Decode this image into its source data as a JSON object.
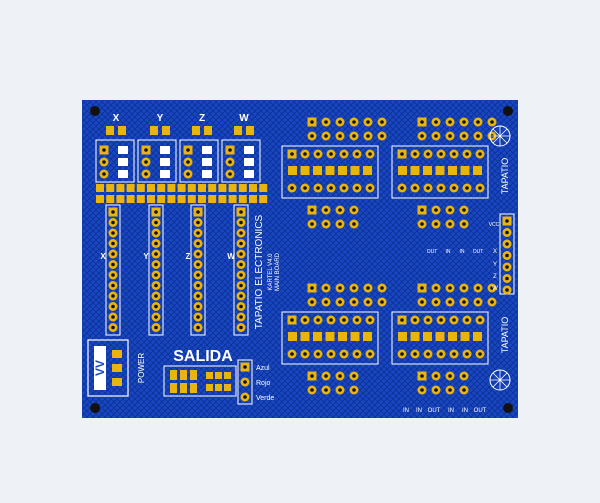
{
  "board": {
    "colors": {
      "background": "#eef1f6",
      "board": "#1747c2",
      "hatch": "#0e2f92",
      "pad": "#e9b40e",
      "silk": "#ffffff",
      "hole": "#111111"
    },
    "axis_headers": [
      "X",
      "Y",
      "Z",
      "W"
    ],
    "column_letters": [
      "X",
      "Y",
      "Z",
      "W"
    ],
    "title": "TAPATIO ELECTRONICS",
    "subtitle_1": "KARTEL V4.0",
    "subtitle_2": "MAIN BOARD",
    "brand_top": "TAPATIO",
    "brand_bottom": "TAPATIO",
    "salida": "SALIDA",
    "power": "POWER",
    "rgb_labels": [
      "Azul",
      "Rojo",
      "Verde"
    ],
    "connector_labels": [
      "VCC",
      "X",
      "Y",
      "Z",
      "W"
    ],
    "bottom_io": [
      "IN",
      "IN",
      "OUT",
      "IN",
      "IN",
      "OUT"
    ],
    "mid_io": [
      "OUT",
      "IN",
      "IN",
      "OUT"
    ]
  }
}
